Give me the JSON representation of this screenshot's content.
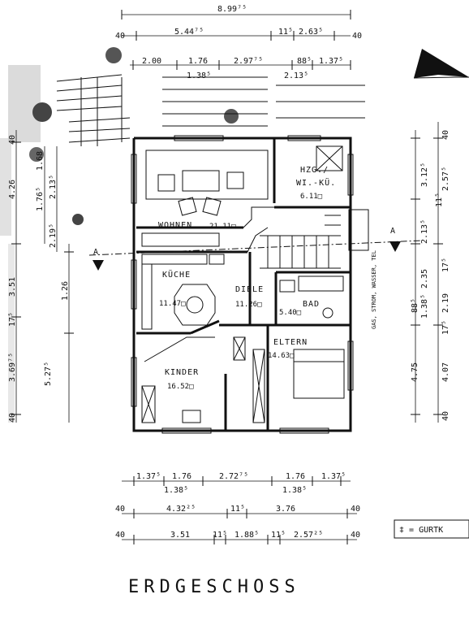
{
  "title": "ERDGESCHOSS",
  "rooms": {
    "wohnen": "WOHNEN",
    "wohnen_area": "21.11□",
    "hzg_1": "HZG./",
    "hzg_2": "WI.-KÜ.",
    "hzg_area": "6.11□",
    "kueche": "KÜCHE",
    "kueche_area": "11.47□",
    "diele": "DIELE",
    "diele_area": "11.26□",
    "bad": "BAD",
    "bad_area": "5.40□",
    "eltern": "ELTERN",
    "eltern_area": "14.63□",
    "kinder": "KINDER",
    "kinder_area": "16.52□"
  },
  "section_marker": "A",
  "utility_label": "GAS, STROM, WASSER, TEL",
  "legend": "‡ = GURTK",
  "dims_top": {
    "row1": [
      "8.99⁷⁵"
    ],
    "row2": [
      "40",
      "5.44⁷⁵",
      "11⁵",
      "2.63⁵",
      "40"
    ],
    "row3": [
      "2.00",
      "1.76",
      "2.97⁷⁵",
      "88⁵",
      "1.37⁵"
    ],
    "row3b": [
      "1.38⁵",
      "2.13⁵"
    ]
  },
  "dims_bottom": {
    "row1": [
      "1.37⁵",
      "1.76",
      "2.72⁷⁵",
      "1.76",
      "1.37⁵"
    ],
    "row1b": [
      "1.38⁵",
      "1.38⁵"
    ],
    "row2": [
      "40",
      "4.32²⁵",
      "11⁵",
      "3.76",
      "40"
    ],
    "row3": [
      "40",
      "3.51",
      "11⁵",
      "1.88⁵",
      "11⁵",
      "2.57²⁵",
      "40"
    ]
  },
  "dims_left": [
    "40",
    "4.26",
    "1.68",
    "1.76⁵",
    "2.13⁵",
    "2.19⁵",
    "1.26",
    "3.51",
    "17⁵",
    "3.69⁷⁵",
    "5.27⁵",
    "40"
  ],
  "dims_right": [
    "40",
    "3.12⁵",
    "2.57⁵",
    "11⁵",
    "2.13⁵",
    "2.35",
    "17⁵",
    "2.19",
    "88⁵",
    "1.38⁵",
    "17⁵",
    "4.07",
    "4.75",
    "40"
  ]
}
